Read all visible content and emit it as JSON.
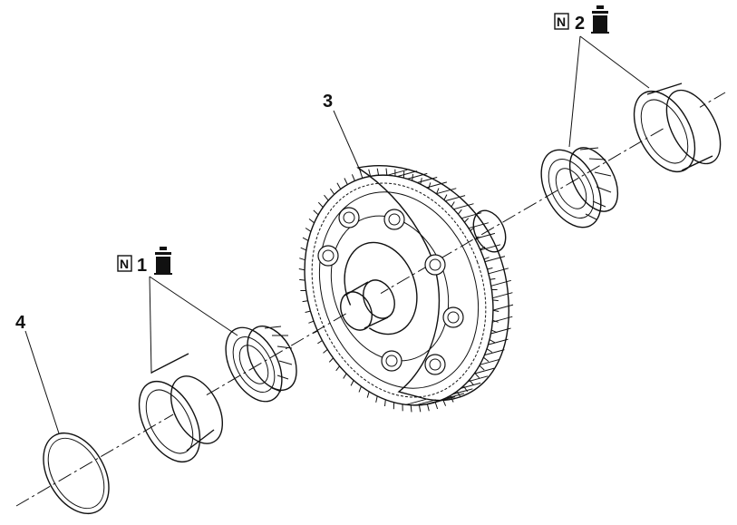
{
  "callouts": {
    "diff_assembly": {
      "number": "3"
    },
    "snap_ring": {
      "number": "4"
    },
    "bearing_left": {
      "number": "1",
      "badge": "N",
      "icon": "grease-can-icon"
    },
    "bearing_right": {
      "number": "2",
      "badge": "N",
      "icon": "grease-can-icon"
    }
  },
  "colors": {
    "line": "#111111",
    "fill": "#ffffff",
    "icon": "#111111"
  }
}
